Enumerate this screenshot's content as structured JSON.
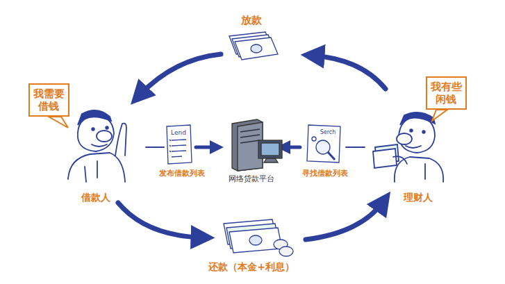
{
  "diagram": {
    "nodes": [
      {
        "text": [
          "我需要借钱"
        ]
      },
      {
        "text": [
          "我有些闲钱"
        ]
      }
    ],
    "labels": [
      "放款",
      "Lend",
      "发布借款列表",
      "网络贷款平台",
      "Serch",
      "寻找借款列表",
      "借款人",
      "理财人",
      "还款（本金+利息）"
    ]
  }
}
